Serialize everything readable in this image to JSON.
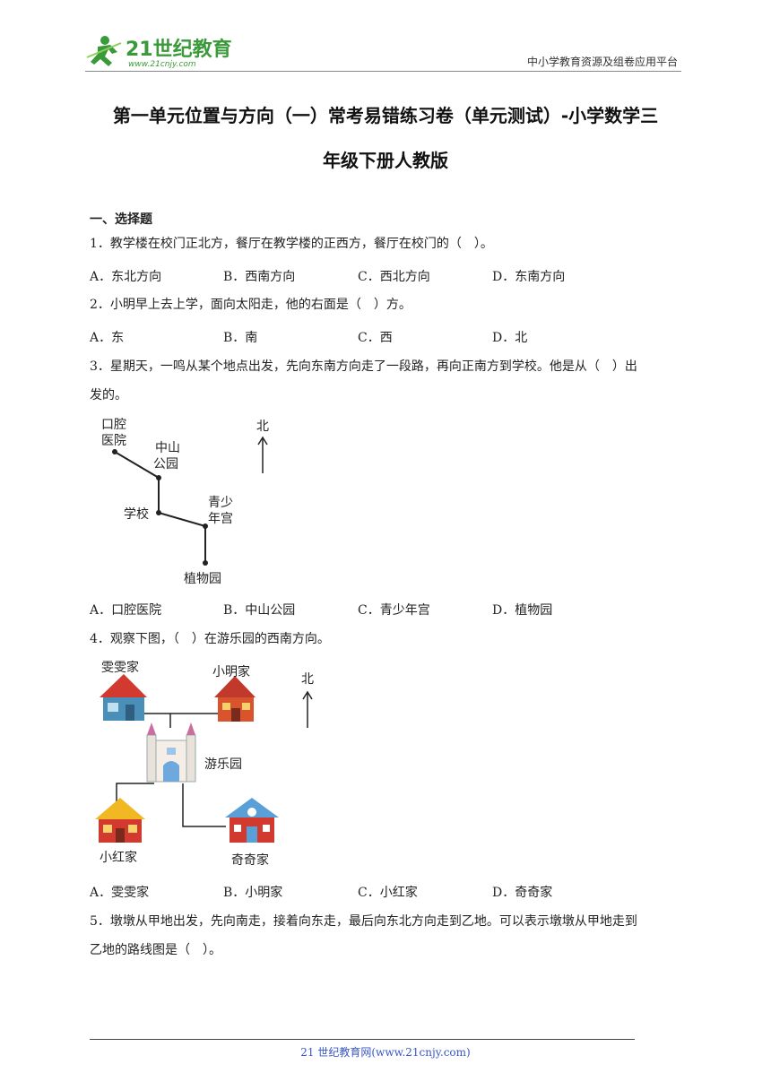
{
  "header": {
    "logo_text": "21世纪教育",
    "logo_url_text": "www.21cnjy.com",
    "platform": "中小学教育资源及组卷应用平台"
  },
  "title_lines": [
    "第一单元位置与方向（一）常考易错练习卷（单元测试）-小学数学三",
    "年级下册人教版"
  ],
  "section": "一、选择题",
  "questions": [
    {
      "text": "1．教学楼在校门正北方，餐厅在教学楼的正西方，餐厅在校门的（　）。",
      "options": [
        "A．东北方向",
        "B．西南方向",
        "C．西北方向",
        "D．东南方向"
      ]
    },
    {
      "text": "2．小明早上去上学，面向太阳走，他的右面是（　）方。",
      "options": [
        "A．东",
        "B．南",
        "C．西",
        "D．北"
      ]
    },
    {
      "text_lines": [
        "3．星期天，一鸣从某个地点出发，先向东南方向走了一段路，再向正南方到学校。他是从（　）出",
        "发的。"
      ],
      "options": [
        "A．口腔医院",
        "B．中山公园",
        "C．青少年宫",
        "D．植物园"
      ]
    },
    {
      "text": "4．观察下图，（　）在游乐园的西南方向。",
      "options": [
        "A．雯雯家",
        "B．小明家",
        "C．小红家",
        "D．奇奇家"
      ]
    },
    {
      "text_lines": [
        "5．墩墩从甲地出发，先向南走，接着向东走，最后向东北方向走到乙地。可以表示墩墩从甲地走到",
        "乙地的路线图是（　）。"
      ]
    }
  ],
  "figure3": {
    "north": "北",
    "kouqiang": [
      "口腔",
      "医院"
    ],
    "zhongshan": [
      "中山",
      "公园"
    ],
    "school": "学校",
    "qingshao": [
      "青少",
      "年宫"
    ],
    "zhiwu": "植物园"
  },
  "figure4": {
    "north": "北",
    "wenwen": "雯雯家",
    "xiaoming": "小明家",
    "park": "游乐园",
    "xiaohong": "小红家",
    "qiqi": "奇奇家"
  },
  "footer": "21 世纪教育网(www.21cnjy.com)",
  "colors": {
    "logo_green": "#3a9a3a",
    "link_blue": "#3a57c4",
    "house_blue": "#4a8fb8",
    "roof_red": "#d23a2f",
    "house_yellow": "#f2b824"
  }
}
